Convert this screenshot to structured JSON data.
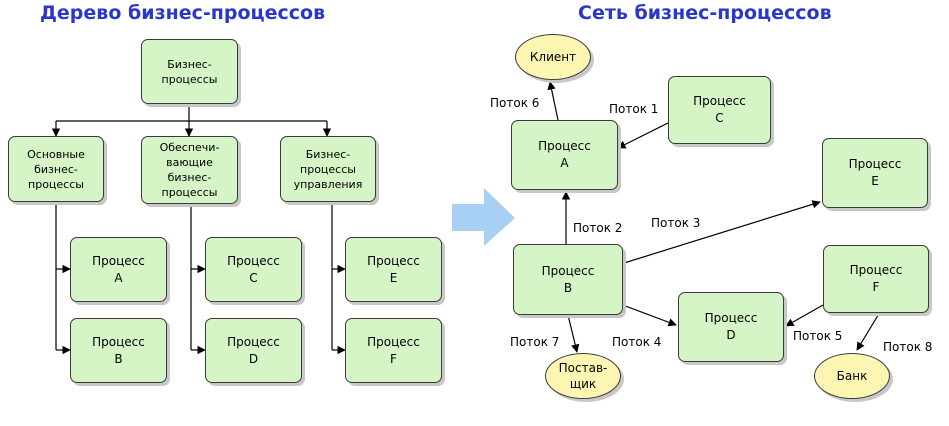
{
  "tree": {
    "title": "Дерево бизнес-процессов",
    "root": "Бизнес-\nпроцессы",
    "branches": [
      {
        "label": "Основные\nбизнес-\nпроцессы",
        "children": [
          "Процесс\nA",
          "Процесс\nB"
        ]
      },
      {
        "label": "Обеспечи-\nвающие\nбизнес-\nпроцессы",
        "children": [
          "Процесс\nC",
          "Процесс\nD"
        ]
      },
      {
        "label": "Бизнес-\nпроцессы\nуправления",
        "children": [
          "Процесс\nE",
          "Процесс\nF"
        ]
      }
    ]
  },
  "network": {
    "title": "Сеть бизнес-процессов",
    "processes": {
      "a": "Процесс\nA",
      "b": "Процесс\nB",
      "c": "Процесс\nC",
      "d": "Процесс\nD",
      "e": "Процесс\nE",
      "f": "Процесс\nF"
    },
    "externals": {
      "client": "Клиент",
      "supplier": "Постав-\nщик",
      "bank": "Банк"
    },
    "flows": {
      "f1": "Поток 1",
      "f2": "Поток 2",
      "f3": "Поток 3",
      "f4": "Поток 4",
      "f5": "Поток 5",
      "f6": "Поток 6",
      "f7": "Поток 7",
      "f8": "Поток 8"
    }
  },
  "colors": {
    "title": "#2a37c8",
    "process_fill": "#d6f5c6",
    "external_fill": "#fdf5b2",
    "arrow_fill": "#a8d0f5"
  }
}
